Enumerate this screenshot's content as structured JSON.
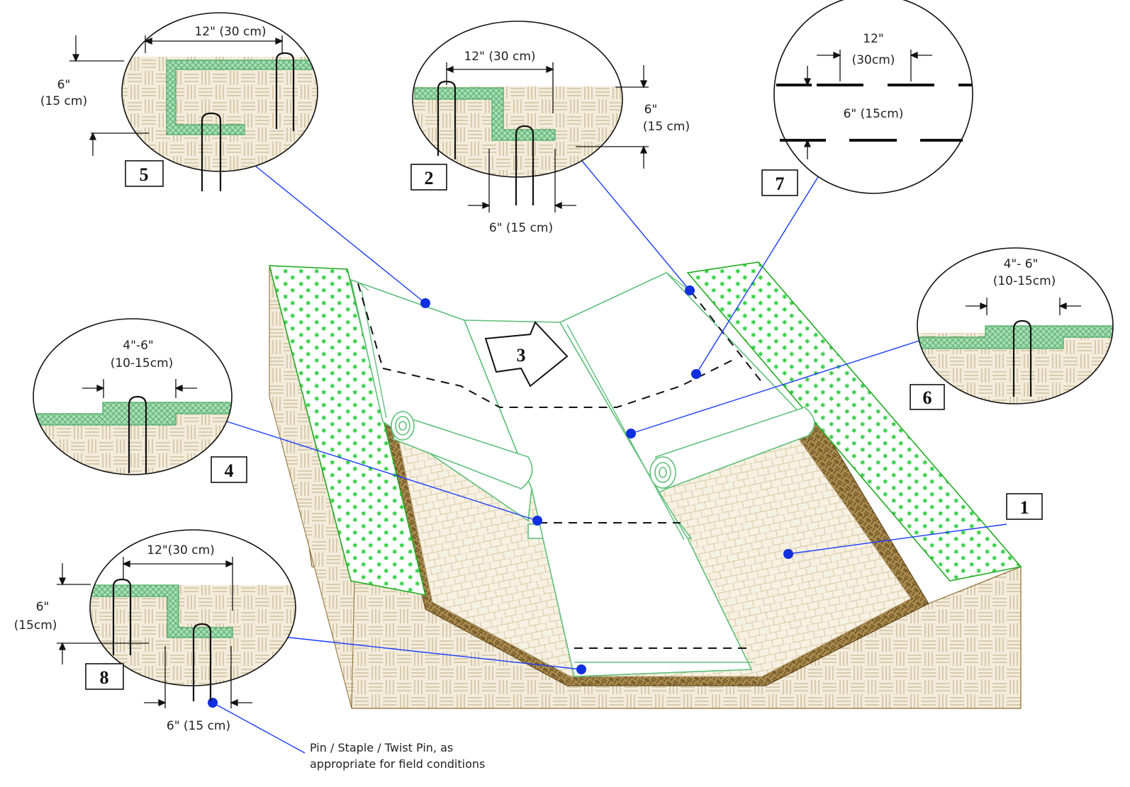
{
  "diagram": {
    "callouts": {
      "c1": {
        "number": "1"
      },
      "c2": {
        "number": "2",
        "width": "12\" (30 cm)",
        "depth_line1": "6\"",
        "depth_line2": "(15 cm)",
        "offset": "6\" (15 cm)"
      },
      "c3": {
        "number": "3"
      },
      "c4": {
        "number": "4",
        "overlap_line1": "4\"-6\"",
        "overlap_line2": "(10-15cm)"
      },
      "c5": {
        "number": "5",
        "width": "12\" (30 cm)",
        "depth_line1": "6\"",
        "depth_line2": "(15 cm)"
      },
      "c6": {
        "number": "6",
        "overlap_line1": "4\"- 6\"",
        "overlap_line2": "(10-15cm)"
      },
      "c7": {
        "number": "7",
        "spacing_line1": "12\"",
        "spacing_line2": "(30cm)",
        "row_spacing": "6\" (15cm)"
      },
      "c8": {
        "number": "8",
        "width": "12\"(30 cm)",
        "depth_line1": "6\"",
        "depth_line2": "(15cm)",
        "offset": "6\" (15 cm)"
      }
    },
    "pin_note_line1": "Pin / Staple / Twist Pin, as",
    "pin_note_line2": "appropriate for field conditions"
  },
  "colors": {
    "soil_hatch": "#c9b891",
    "soil_dark": "#8a6a2e",
    "blanket_green": "#5fbf7a",
    "grass_dot": "#2ecc40",
    "leader_blue": "#1a3cff",
    "dot_blue": "#1030e0"
  }
}
